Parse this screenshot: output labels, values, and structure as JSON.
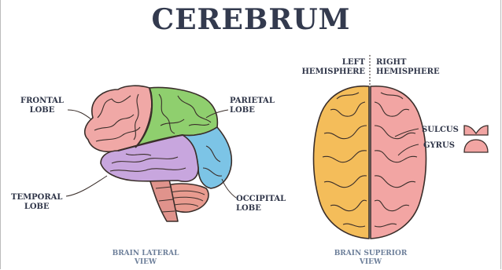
{
  "title": "CEREBRUM",
  "colors": {
    "title": "#333a4e",
    "label": "#2f3548",
    "caption": "#6d7f9a",
    "frontal": "#f0a8a6",
    "parietal": "#8fcf6e",
    "temporal": "#c8a6de",
    "occipital": "#7cc4e6",
    "cerebellum": "#e89b8f",
    "left_hemisphere": "#f4bd5a",
    "right_hemisphere": "#f2a5a3",
    "outline": "#3a2e2a"
  },
  "lateral": {
    "frontal_lobe": "FRONTAL\nLOBE",
    "parietal_lobe": "PARIETAL\nLOBE",
    "temporal_lobe": "TEMPORAL\nLOBE",
    "occipital_lobe": "OCCIPITAL\nLOBE",
    "caption": "BRAIN LATERAL\nVIEW"
  },
  "superior": {
    "left_hemisphere": "LEFT\nHEMISPHERE",
    "right_hemisphere": "RIGHT\nHEMISPHERE",
    "sulcus": "SULCUS",
    "gyrus": "GYRUS",
    "caption": "BRAIN SUPERIOR\nVIEW"
  }
}
